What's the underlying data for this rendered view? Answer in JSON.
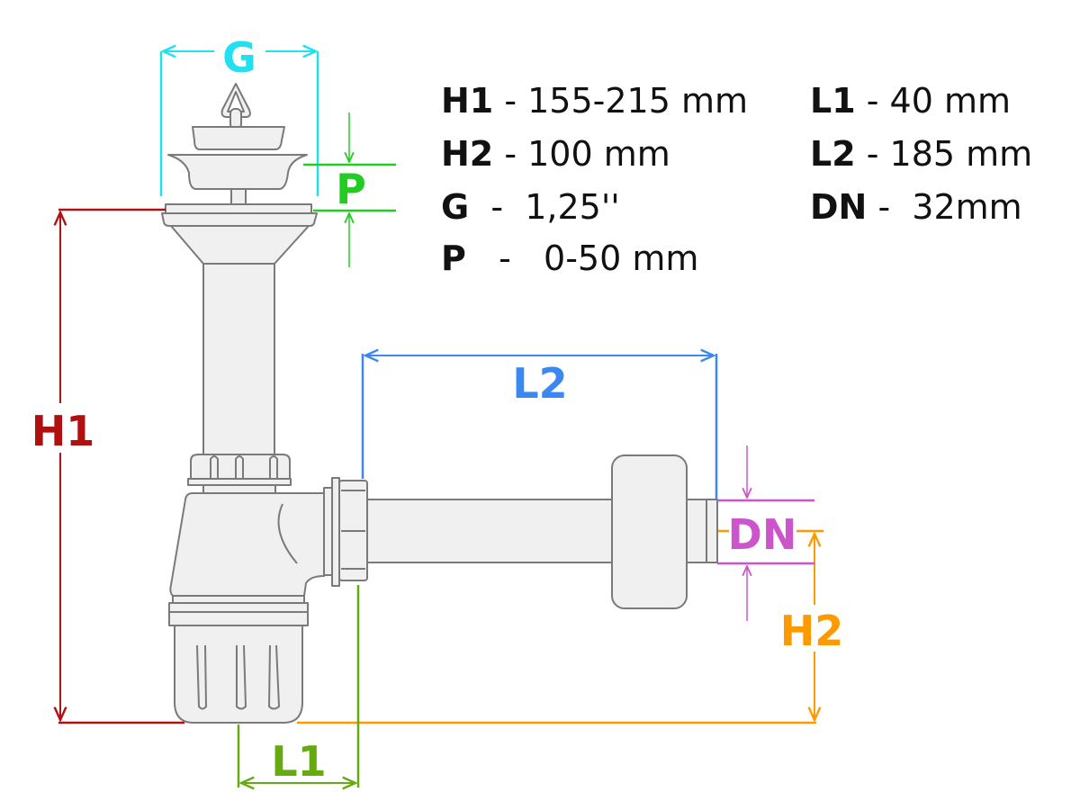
{
  "dimensions": {
    "G": {
      "label": "G",
      "color": "#22e0f0"
    },
    "P": {
      "label": "P",
      "color": "#22cc22"
    },
    "H1": {
      "label": "H1",
      "color": "#b01010"
    },
    "H2": {
      "label": "H2",
      "color": "#ff9900"
    },
    "L1": {
      "label": "L1",
      "color": "#66aa11"
    },
    "L2": {
      "label": "L2",
      "color": "#3a88f0"
    },
    "DN": {
      "label": "DN",
      "color": "#cc55cc"
    }
  },
  "specs": [
    {
      "key": "H1",
      "value": " - 155-215 mm"
    },
    {
      "key": "H2",
      "value": " - 100 mm"
    },
    {
      "key": "G",
      "value": "  -  1,25''"
    },
    {
      "key": "P",
      "value": "   -   0-50 mm"
    },
    {
      "key": "L1",
      "value": " - 40 mm"
    },
    {
      "key": "L2",
      "value": " - 185 mm"
    },
    {
      "key": "DN",
      "value": " -  32mm"
    }
  ]
}
